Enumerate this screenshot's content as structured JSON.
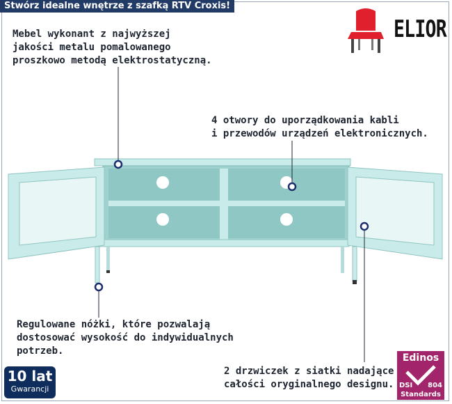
{
  "header": {
    "title": "Stwórz idealne wnętrze z szafką RTV Croxis!"
  },
  "brand": {
    "name": "ELIOR"
  },
  "callouts": {
    "metal": "Mebel wykonant z najwyższej\njakości metalu pomalowanego\nproszkowo metodą elektrostatyczną.",
    "holes": "4 otwory do uporządkowania kabli\ni przewodów urządzeń elektronicznych.",
    "legs": "Regulowane nóżki, które pozwalają\ndostosować wysokość do indywidualnych\npotrzeb.",
    "doors": "2 drzwiczek z siatki nadające\ncałości oryginalnego designu."
  },
  "badges": {
    "warranty_years": "10 lat",
    "warranty_label": "Gwarancji",
    "cert_name": "Edinos",
    "cert_left": "DSI",
    "cert_right": "804",
    "cert_bottom": "Standards"
  },
  "colors": {
    "cabinet": "#bfe3e1",
    "cabinet_shadow": "#8fc4c1",
    "marker": "#1c2e6b",
    "title_bg": "#223a66",
    "cert_bg": "#a2246b"
  },
  "icons": [
    "chair-icon",
    "marker-dot-icon"
  ]
}
